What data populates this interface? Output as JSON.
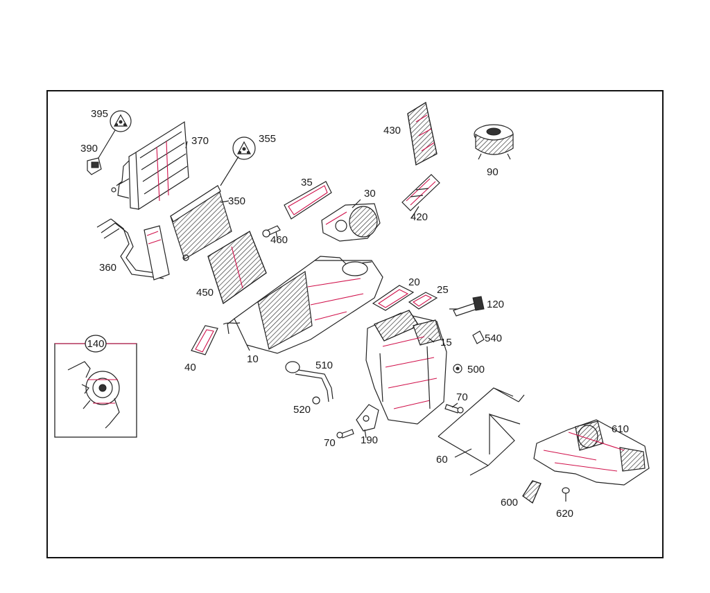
{
  "diagram": {
    "inset_label": "140",
    "callouts": {
      "c395": "395",
      "c390": "390",
      "c370": "370",
      "c355": "355",
      "c350": "350",
      "c360": "360",
      "c450": "450",
      "c460": "460",
      "c35": "35",
      "c30": "30",
      "c430": "430",
      "c420": "420",
      "c90": "90",
      "c20": "20",
      "c25": "25",
      "c120": "120",
      "c540": "540",
      "c15": "15",
      "c500": "500",
      "c40": "40",
      "c10": "10",
      "c510": "510",
      "c520": "520",
      "c70a": "70",
      "c70b": "70",
      "c190": "190",
      "c60": "60",
      "c610": "610",
      "c600": "600",
      "c620": "620"
    }
  }
}
